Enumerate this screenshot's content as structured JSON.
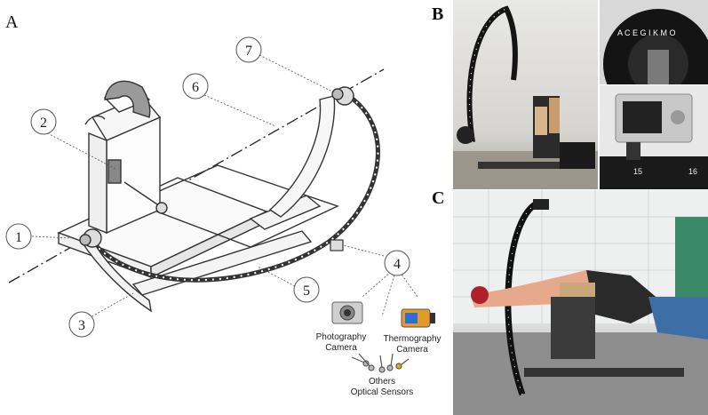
{
  "panels": {
    "a": "A",
    "b": "B",
    "c": "C"
  },
  "callouts": [
    "1",
    "2",
    "3",
    "4",
    "5",
    "6",
    "7"
  ],
  "sensors": {
    "photo_line1": "Photography",
    "photo_line2": "Camera",
    "thermo_line1": "Thermography",
    "thermo_line2": "Camera",
    "others_line1": "Others",
    "others_line2": "Optical Sensors"
  },
  "dial_letters": "A C E G I K M O",
  "dial_numbers": [
    "15",
    "16"
  ],
  "colors": {
    "line": "#333333",
    "arc": "#1a1a1a",
    "wall": "#e9ecec",
    "patient_shirt": "#3d6fa6",
    "curtain": "#3a8a67",
    "foot_pad": "#c9a77b"
  }
}
